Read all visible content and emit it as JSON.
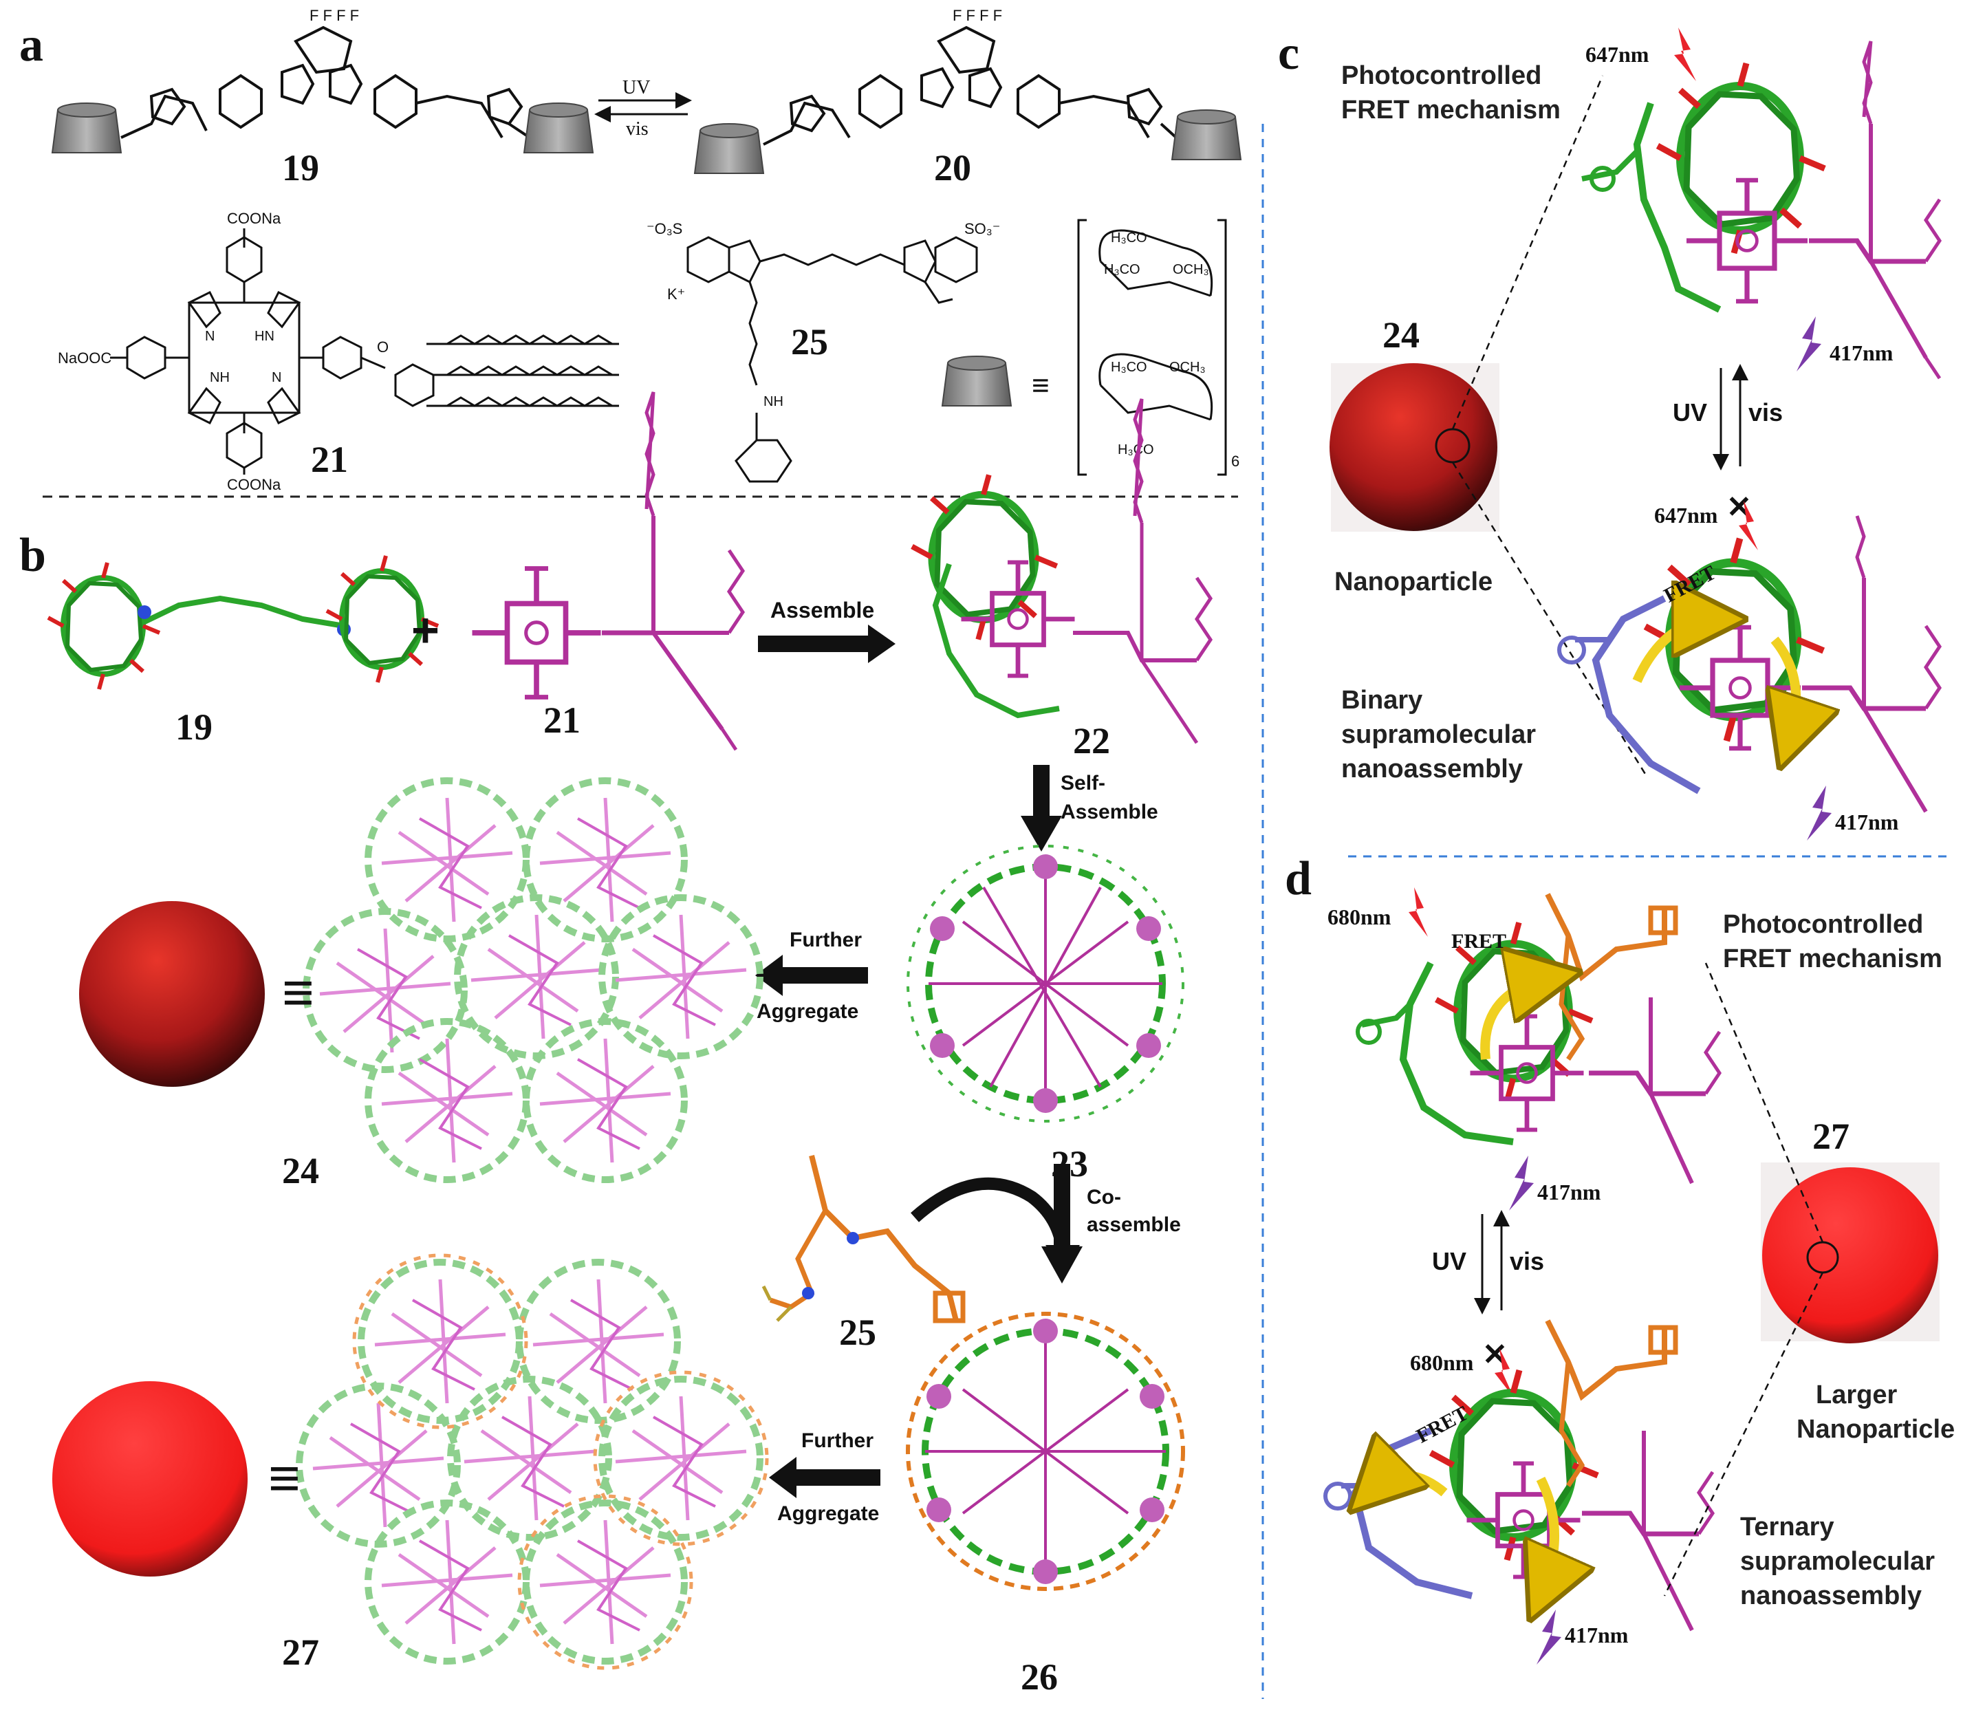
{
  "panels": {
    "a": {
      "letter": "a",
      "compounds": {
        "c19": "19",
        "c20": "20",
        "c21": "21",
        "c25": "25"
      },
      "switch_arrow": {
        "forward": "UV",
        "back": "vis"
      },
      "groups": {
        "coona_top": "COONa",
        "coona_bottom": "COONa",
        "naooc": "NaOOC",
        "nh": "NH",
        "hn": "HN",
        "n1": "N",
        "n2": "N",
        "o": "O",
        "so3_left": "⁻O₃S",
        "so3_right": "SO₃⁻",
        "k": "K⁺",
        "nh_amide": "NH",
        "h3co_1": "H₃CO",
        "h3co_2": "H₃CO",
        "och3_1": "OCH₃",
        "h3co_3": "H₃CO",
        "och3_2": "OCH₃",
        "h3co_4": "H₃CO",
        "subscript_6": "6",
        "equiv": "≡"
      }
    },
    "b": {
      "letter": "b",
      "labels": {
        "c19": "19",
        "c21": "21",
        "c22": "22",
        "c23": "23",
        "c24": "24",
        "c25": "25",
        "c26": "26",
        "c27": "27"
      },
      "plus": "+",
      "arrows": {
        "assemble": "Assemble",
        "self_assemble_1": "Self-",
        "self_assemble_2": "Assemble",
        "further1_1": "Further",
        "further1_2": "Aggregate",
        "coassemble_1": "Co-",
        "coassemble_2": "assemble",
        "further2_1": "Further",
        "further2_2": "Aggregate"
      },
      "equiv": "≡"
    },
    "c": {
      "letter": "c",
      "label_24": "24",
      "title_1": "Photocontrolled",
      "title_2": "FRET mechanism",
      "nanoparticle": "Nanoparticle",
      "binary_1": "Binary",
      "binary_2": "supramolecular",
      "binary_3": "nanoassembly",
      "wl_647_top": "647nm",
      "wl_417_top": "417nm",
      "wl_647_bottom": "647nm",
      "wl_417_bottom": "417nm",
      "uv": "UV",
      "vis": "vis",
      "fret": "FRET",
      "cross": "✕"
    },
    "d": {
      "letter": "d",
      "label_27": "27",
      "title_1": "Photocontrolled",
      "title_2": "FRET mechanism",
      "larger_1": "Larger",
      "larger_2": "Nanoparticle",
      "ternary_1": "Ternary",
      "ternary_2": "supramolecular",
      "ternary_3": "nanoassembly",
      "wl_680_top": "680nm",
      "wl_417_top": "417nm",
      "wl_680_bottom": "680nm",
      "wl_417_bottom": "417nm",
      "uv": "UV",
      "vis": "vis",
      "fret_top": "FRET",
      "fret_bottom": "FRET",
      "cross": "✕"
    }
  },
  "colors": {
    "cyclodextrin_green": "#2aa52a",
    "porphyrin_magenta": "#b0309a",
    "cyanine_orange": "#e07a20",
    "closed_blue": "#6a6ac8",
    "red_particle": "#d4141c",
    "bright_particle": "#ff2a2a",
    "divider_blue": "#3a7fd8",
    "fret_yellow": "#f0d020",
    "lightning_red": "#e8242c",
    "lightning_purple": "#7a3aa8"
  }
}
